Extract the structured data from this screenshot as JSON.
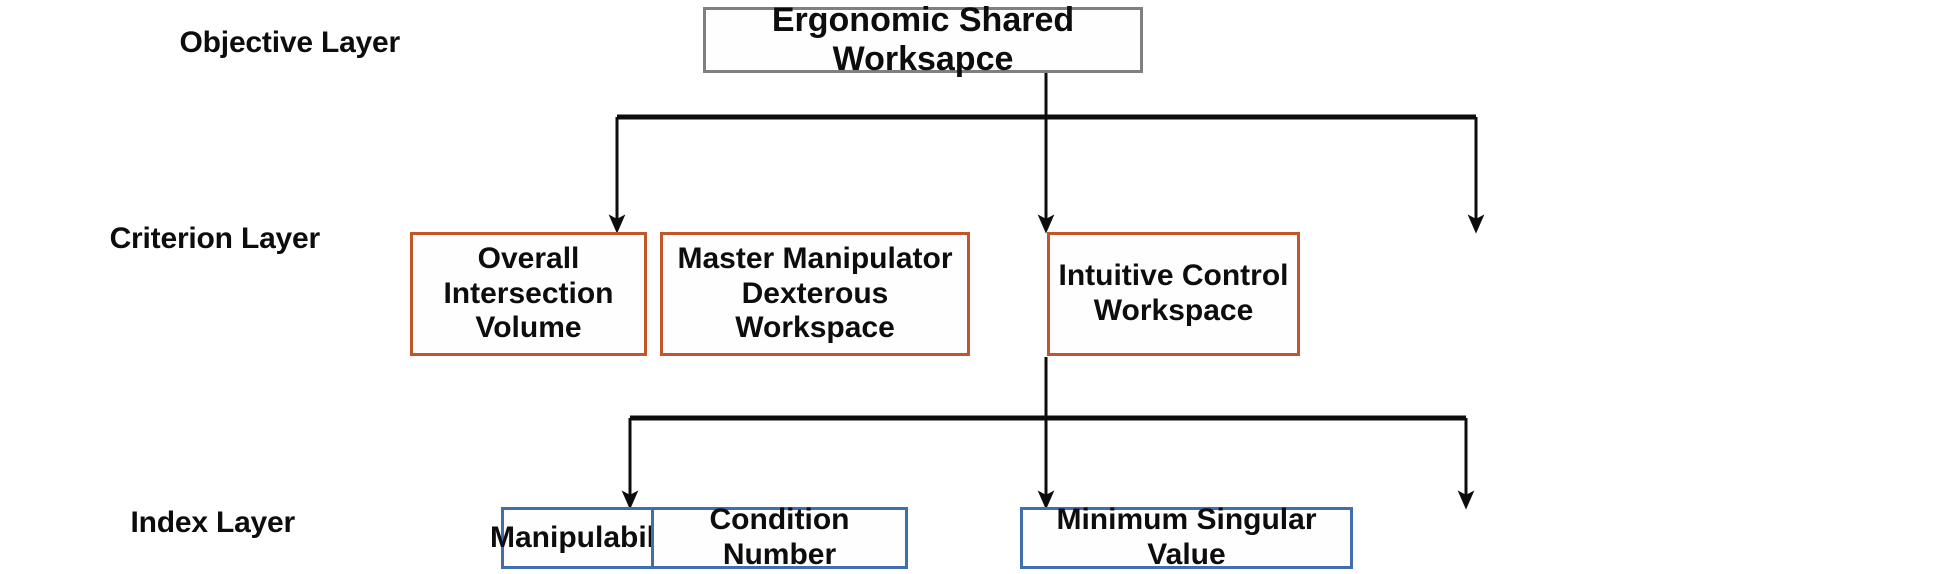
{
  "diagram": {
    "title": "Ergonomic Shared Worksapce",
    "type": "hierarchy",
    "layers": [
      {
        "id": "objective",
        "label": "Objective Layer",
        "border_color": "#808080",
        "nodes": [
          "Ergonomic Shared Worksapce"
        ]
      },
      {
        "id": "criterion",
        "label": "Criterion Layer",
        "border_color": "#C1562B",
        "nodes": [
          "Overall Intersection Volume",
          "Master Manipulator Dexterous Workspace",
          "Intuitive Control Workspace"
        ]
      },
      {
        "id": "index",
        "label": "Index Layer",
        "border_color": "#3F6FAF",
        "nodes": [
          "Manipulability",
          "Condition Number",
          "Minimum Singular Value"
        ]
      }
    ],
    "edges": [
      {
        "from": "Ergonomic Shared Worksapce",
        "to": "Overall Intersection Volume"
      },
      {
        "from": "Ergonomic Shared Worksapce",
        "to": "Master Manipulator Dexterous Workspace"
      },
      {
        "from": "Ergonomic Shared Worksapce",
        "to": "Intuitive Control Workspace"
      },
      {
        "from": "Master Manipulator Dexterous Workspace",
        "to": "Manipulability"
      },
      {
        "from": "Master Manipulator Dexterous Workspace",
        "to": "Condition Number"
      },
      {
        "from": "Master Manipulator Dexterous Workspace",
        "to": "Minimum Singular Value"
      }
    ],
    "arrow_color": "#0d0d0d",
    "background": "#ffffff"
  }
}
